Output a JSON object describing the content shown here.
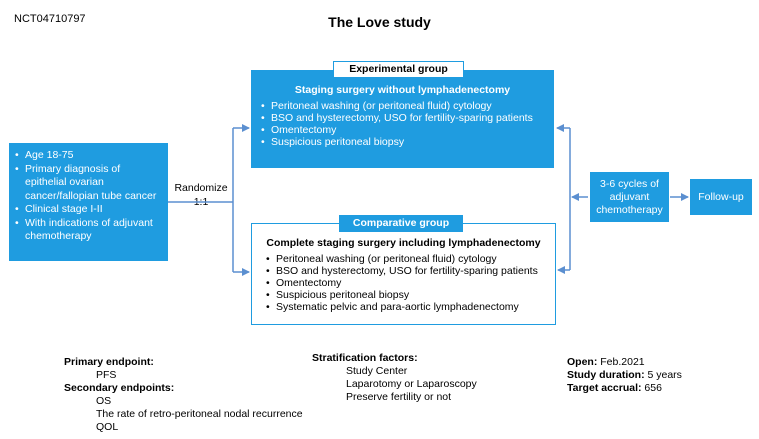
{
  "trial_id": "NCT04710797",
  "title": "The Love study",
  "eligibility": [
    "Age 18-75",
    "Primary diagnosis of epithelial ovarian cancer/fallopian tube cancer",
    "Clinical stage I-II",
    "With indications of adjuvant chemotherapy"
  ],
  "randomize": "Randomize 1:1",
  "experimental": {
    "tag": "Experimental group",
    "heading": "Staging surgery without lymphadenectomy",
    "items": [
      "Peritoneal washing (or peritoneal fluid) cytology",
      "BSO and hysterectomy, USO for fertility-sparing patients",
      "Omentectomy",
      "Suspicious peritoneal biopsy"
    ]
  },
  "comparative": {
    "tag": "Comparative group",
    "heading": "Complete staging surgery including lymphadenectomy",
    "items": [
      "Peritoneal washing (or peritoneal fluid) cytology",
      "BSO and hysterectomy, USO for fertility-sparing patients",
      "Omentectomy",
      "Suspicious peritoneal biopsy",
      "Systematic pelvic and para-aortic lymphadenectomy"
    ]
  },
  "cycles": "3-6 cycles of adjuvant chemotherapy",
  "followup": "Follow-up",
  "endpoints": {
    "primary_label": "Primary endpoint:",
    "primary": [
      "PFS"
    ],
    "secondary_label": "Secondary endpoints:",
    "secondary": [
      "OS",
      "The rate of retro-peritoneal nodal recurrence",
      "QOL"
    ]
  },
  "stratification": {
    "label": "Stratification factors:",
    "items": [
      "Study Center",
      "Laparotomy or Laparoscopy",
      "Preserve fertility or not"
    ]
  },
  "info": {
    "open_label": "Open:",
    "open": "Feb.2021",
    "duration_label": "Study duration:",
    "duration": "5 years",
    "accrual_label": "Target accrual:",
    "accrual": "656"
  },
  "colors": {
    "box_blue": "#1f9ce0",
    "arrow_blue": "#5b8fd0"
  }
}
